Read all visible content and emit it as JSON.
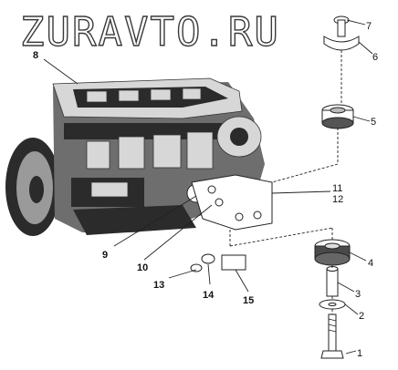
{
  "watermark": {
    "text": "ZURAVTO.RU"
  },
  "callouts": [
    {
      "id": "1",
      "label": "1"
    },
    {
      "id": "2",
      "label": "2"
    },
    {
      "id": "3",
      "label": "3"
    },
    {
      "id": "4",
      "label": "4"
    },
    {
      "id": "5",
      "label": "5"
    },
    {
      "id": "6",
      "label": "6"
    },
    {
      "id": "7",
      "label": "7"
    },
    {
      "id": "8",
      "label": "8"
    },
    {
      "id": "9",
      "label": "9"
    },
    {
      "id": "10",
      "label": "10"
    },
    {
      "id": "11",
      "label": "11"
    },
    {
      "id": "12",
      "label": "12"
    },
    {
      "id": "13",
      "label": "13"
    },
    {
      "id": "14",
      "label": "14"
    },
    {
      "id": "15",
      "label": "15"
    }
  ]
}
